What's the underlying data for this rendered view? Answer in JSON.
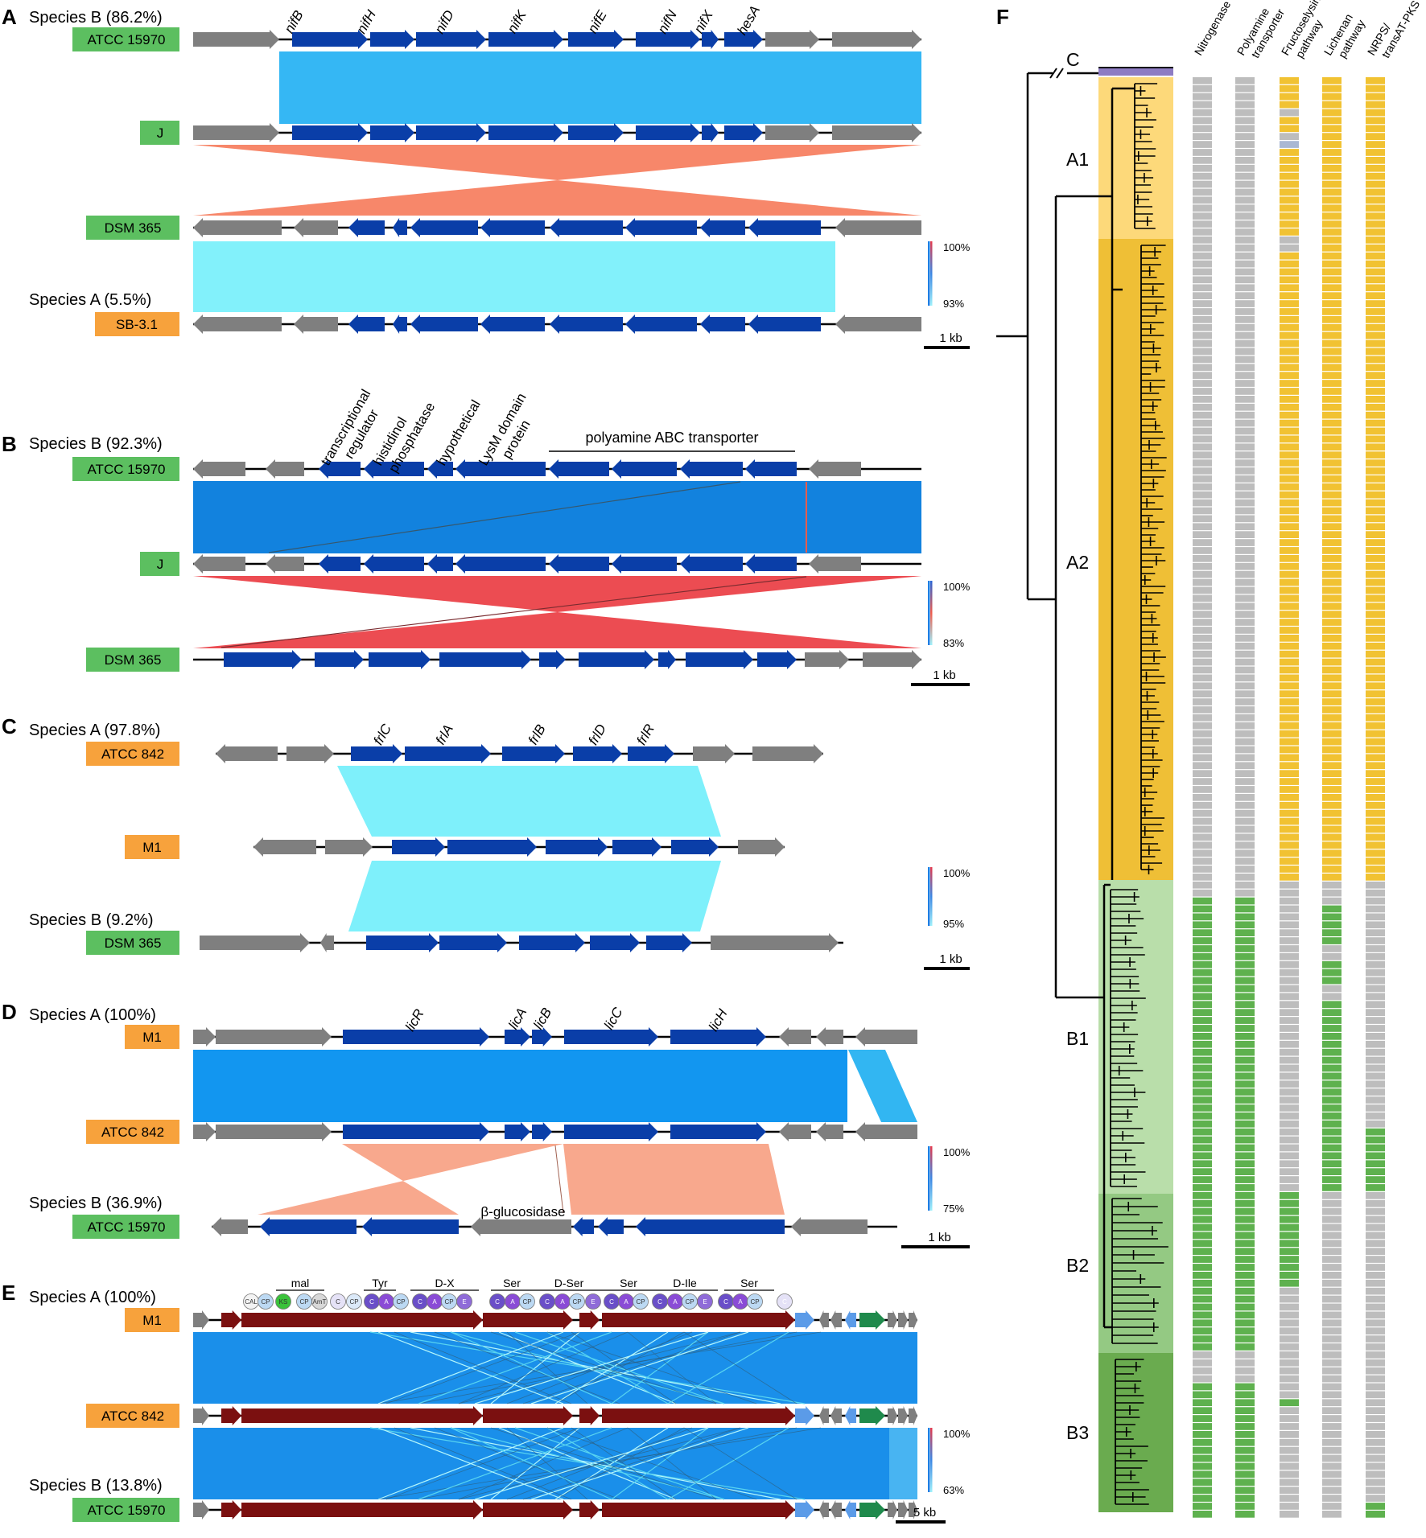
{
  "panels": [
    {
      "letter": "A",
      "scale": {
        "hi": "100%",
        "lo": "93%",
        "bar": "1 kb"
      },
      "species": [
        {
          "text": "Species B (86.2%)"
        },
        {
          "text": "Species A (5.5%)"
        }
      ],
      "strains": [
        {
          "label": "ATCC 15970",
          "color": "#5cbf60"
        },
        {
          "label": "J",
          "color": "#5cbf60"
        },
        {
          "label": "DSM 365",
          "color": "#5cbf60"
        },
        {
          "label": "SB-3.1",
          "color": "#f7a23c"
        }
      ],
      "gene_labels": [
        "nifB",
        "nifH",
        "nifD",
        "nifK",
        "nifE",
        "nifN",
        "nifX",
        "hesA"
      ]
    },
    {
      "letter": "B",
      "scale": {
        "hi": "100%",
        "lo": "83%",
        "bar": "1 kb"
      },
      "species": [
        {
          "text": "Species B (92.3%)"
        }
      ],
      "strains": [
        {
          "label": "ATCC 15970",
          "color": "#5cbf60"
        },
        {
          "label": "J",
          "color": "#5cbf60"
        },
        {
          "label": "DSM 365",
          "color": "#5cbf60"
        }
      ],
      "annotations": [
        {
          "lines": [
            "transcriptional",
            "regulator"
          ]
        },
        {
          "lines": [
            "histidinol",
            "phosphatase"
          ]
        },
        {
          "lines": [
            "hypothetical"
          ]
        },
        {
          "lines": [
            "LysM domain",
            "protein"
          ]
        }
      ],
      "bracket": "polyamine ABC transporter"
    },
    {
      "letter": "C",
      "scale": {
        "hi": "100%",
        "lo": "95%",
        "bar": "1 kb"
      },
      "species": [
        {
          "text": "Species A (97.8%)"
        },
        {
          "text": "Species B (9.2%)"
        }
      ],
      "strains": [
        {
          "label": "ATCC 842",
          "color": "#f7a23c"
        },
        {
          "label": "M1",
          "color": "#f7a23c"
        },
        {
          "label": "DSM 365",
          "color": "#5cbf60"
        }
      ],
      "gene_labels": [
        "frlC",
        "frlA",
        "frlB",
        "frlD",
        "frlR"
      ]
    },
    {
      "letter": "D",
      "scale": {
        "hi": "100%",
        "lo": "75%",
        "bar": "1 kb"
      },
      "species": [
        {
          "text": "Species A (100%)"
        },
        {
          "text": "Species B (36.9%)"
        }
      ],
      "strains": [
        {
          "label": "M1",
          "color": "#f7a23c"
        },
        {
          "label": "ATCC 842",
          "color": "#f7a23c"
        },
        {
          "label": "ATCC 15970",
          "color": "#5cbf60"
        }
      ],
      "gene_labels": [
        "licR",
        "licA",
        "licB",
        "licC",
        "licH"
      ],
      "extra_label": "β-glucosidase"
    },
    {
      "letter": "E",
      "scale": {
        "hi": "100%",
        "lo": "63%",
        "bar": "5 kb"
      },
      "species": [
        {
          "text": "Species A (100%)"
        },
        {
          "text": "Species B (13.8%)"
        }
      ],
      "strains": [
        {
          "label": "M1",
          "color": "#f7a23c"
        },
        {
          "label": "ATCC 842",
          "color": "#f7a23c"
        },
        {
          "label": "ATCC 15970",
          "color": "#5cbf60"
        }
      ],
      "module_labels": [
        "mal",
        "Tyr",
        "D-X",
        "Ser",
        "D-Ser",
        "Ser",
        "D-Ile",
        "Ser"
      ],
      "domains": [
        "CAL",
        "CP",
        "KS",
        "CP",
        "AmT",
        "C",
        "CP",
        "C",
        "A",
        "CP",
        "C",
        "A",
        "CP",
        "E",
        "C",
        "A",
        "CP",
        "C",
        "A",
        "CP",
        "E",
        "C",
        "A",
        "CP",
        "C",
        "A",
        "CP",
        "E",
        "C",
        "A",
        "CP",
        "C"
      ]
    },
    {
      "letter": "F",
      "clade_labels": [
        "C",
        "A1",
        "A2",
        "B1",
        "B2",
        "B3"
      ],
      "columns": [
        "Nitrogenase",
        [
          "Polyamine",
          "transporter"
        ],
        [
          "Fructoselysin",
          "pathway"
        ],
        [
          "Lichenan",
          "pathway"
        ],
        [
          "NRPS/",
          "transAT-PKS"
        ]
      ]
    }
  ],
  "colors": {
    "gene_target": "#0a3ea8",
    "gene_flank": "#7f7f7f",
    "nrps": "#7b1010",
    "green_small": "#1f8a4c",
    "light_blue_small": "#5b9be8",
    "species_a": "#f7a23c",
    "species_b": "#5cbf60",
    "grid_yellow": "#f1c232",
    "grid_green": "#5eb14e",
    "grid_gray": "#bdbdbd",
    "clade_c": "#8e7cc3",
    "clade_a1": "#fdd97a",
    "clade_a2": "#efbf36",
    "clade_b1": "#b9deaa",
    "clade_b2": "#94c983",
    "clade_b3": "#6aab4f"
  }
}
